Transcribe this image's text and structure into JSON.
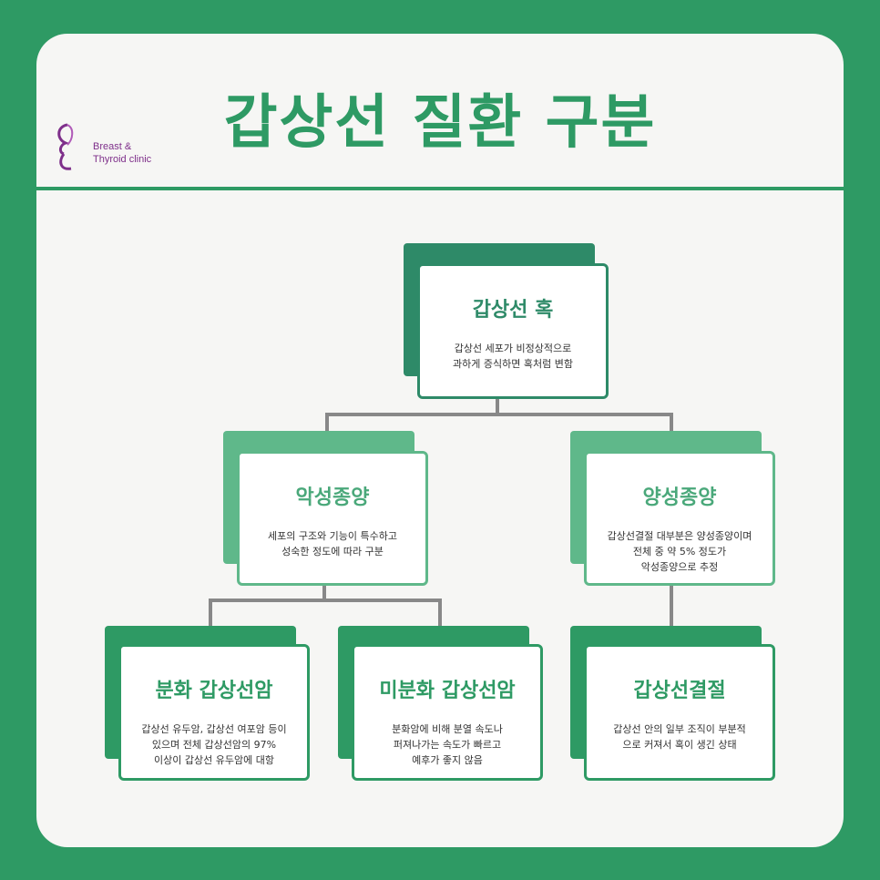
{
  "header": {
    "title": "갑상선 질환 구분",
    "logo_line1": "Breast &",
    "logo_line2": "Thyroid clinic",
    "logo_icon": "butterfly-ribbon-icon"
  },
  "colors": {
    "background": "#2e9a64",
    "top_box": "#2e8a68",
    "mid_box": "#5fb88a",
    "low_box": "#2e9a64",
    "connector": "#888888"
  },
  "diagram": {
    "root": {
      "name": "갑상선 혹",
      "desc": "갑상선 세포가 비정상적으로\n과하게 증식하면 혹처럼 변함"
    },
    "malignant": {
      "name": "악성종양",
      "desc": "세포의 구조와 기능이 특수하고\n성숙한 정도에 따라 구분"
    },
    "benign": {
      "name": "양성종양",
      "desc": "갑상선결절 대부분은 양성종양이며\n전체 중 약 5% 정도가\n악성종양으로 추정"
    },
    "differentiated": {
      "name": "분화 갑상선암",
      "desc": "갑상선 유두암, 갑상선 여포암 등이\n있으며 전체 갑상선암의 97%\n이상이 갑상선 유두암에 대항"
    },
    "undifferentiated": {
      "name": "미분화 갑상선암",
      "desc": "분화암에 비해 분열 속도나\n퍼져나가는 속도가 빠르고\n예후가 좋지 않음"
    },
    "nodule": {
      "name": "갑상선결절",
      "desc": "갑상선 안의 일부 조직이 부분적\n으로 커져서 혹이 생긴 상태"
    }
  }
}
